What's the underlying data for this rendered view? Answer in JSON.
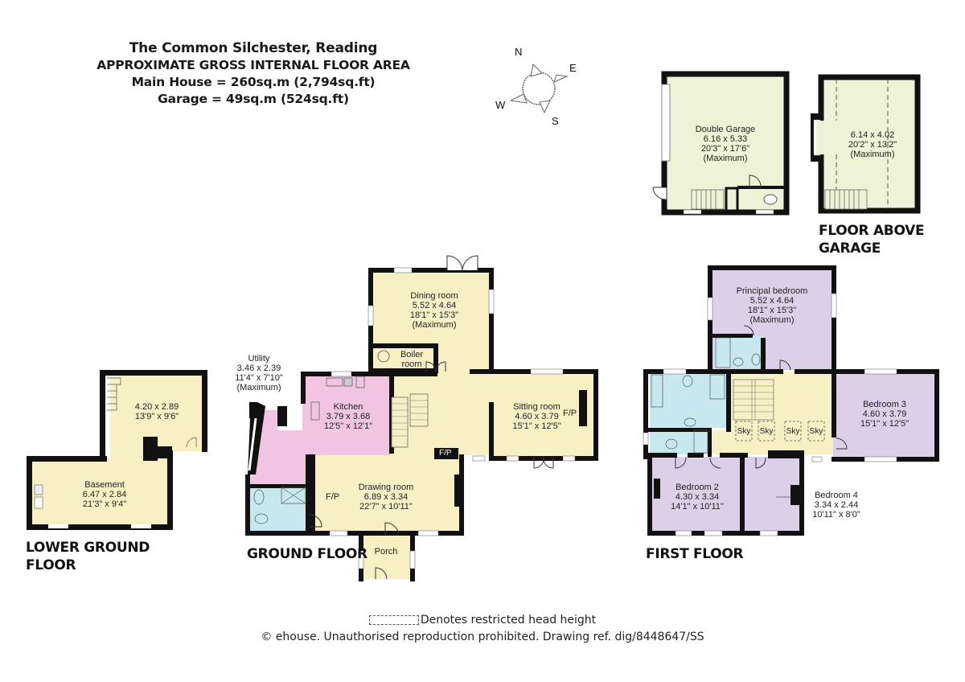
{
  "header": {
    "property": "The Common Silchester, Reading",
    "area_heading": "APPROXIMATE GROSS INTERNAL FLOOR AREA",
    "main_house": "Main House = 260sq.m (2,794sq.ft)",
    "garage": "Garage = 49sq.m (524sq.ft)"
  },
  "compass": {
    "n": "N",
    "e": "E",
    "s": "S",
    "w": "W"
  },
  "colors": {
    "yellow": "#f8f0c4",
    "garage_green": "#eef2d6",
    "pink": "#f2c4e4",
    "blue": "#c8e8f0",
    "lilac": "#dcd0e8",
    "wall": "#111111"
  },
  "floors": {
    "lower_ground": {
      "label_line1": "LOWER GROUND",
      "label_line2": "FLOOR",
      "rooms": [
        {
          "name": "",
          "metric": "4.20 x 2.89",
          "imperial": "13'9\" x 9'6\"",
          "note": ""
        },
        {
          "name": "Basement",
          "metric": "6.47 x 2.84",
          "imperial": "21'3\" x 9'4\"",
          "note": ""
        }
      ]
    },
    "ground": {
      "label": "GROUND FLOOR",
      "rooms": [
        {
          "name": "Dining room",
          "metric": "5.52 x 4.64",
          "imperial": "18'1\" x 15'3\"",
          "note": "(Maximum)"
        },
        {
          "name": "Boiler",
          "metric": "room",
          "imperial": "",
          "note": ""
        },
        {
          "name": "Utility",
          "metric": "3.46 x 2.39",
          "imperial": "11'4\" x 7'10\"",
          "note": "(Maximum)"
        },
        {
          "name": "Kitchen",
          "metric": "3.79 x 3.68",
          "imperial": "12'5\" x 12'1\"",
          "note": ""
        },
        {
          "name": "Sitting room",
          "metric": "4.60 x 3.79",
          "imperial": "15'1\" x 12'5\"",
          "note": ""
        },
        {
          "name": "Drawing room",
          "metric": "6.89 x 3.34",
          "imperial": "22'7\" x 10'11\"",
          "note": ""
        },
        {
          "name": "Porch",
          "metric": "",
          "imperial": "",
          "note": ""
        }
      ],
      "fp_labels": [
        "F/P",
        "F/P",
        "F/P"
      ]
    },
    "first": {
      "label": "FIRST FLOOR",
      "rooms": [
        {
          "name": "Principal bedroom",
          "metric": "5.52 x 4.64",
          "imperial": "18'1\" x 15'3\"",
          "note": "(Maximum)"
        },
        {
          "name": "Bedroom 3",
          "metric": "4.60 x 3.79",
          "imperial": "15'1\" x 12'5\"",
          "note": ""
        },
        {
          "name": "Bedroom 2",
          "metric": "4.30 x 3.34",
          "imperial": "14'1\" x 10'11\"",
          "note": ""
        },
        {
          "name": "Bedroom 4",
          "metric": "3.34 x 2.44",
          "imperial": "10'11\" x 8'0\"",
          "note": ""
        }
      ],
      "skylights": [
        "Sky",
        "Sky",
        "Sky",
        "Sky"
      ]
    },
    "garage": {
      "rooms": [
        {
          "name": "Double Garage",
          "metric": "6.16 x 5.33",
          "imperial": "20'3\" x 17'6\"",
          "note": "(Maximum)"
        }
      ]
    },
    "above_garage": {
      "label_line1": "FLOOR ABOVE",
      "label_line2": "GARAGE",
      "rooms": [
        {
          "name": "",
          "metric": "6.14 x 4.02",
          "imperial": "20'2\" x 13'2\"",
          "note": "(Maximum)"
        }
      ]
    }
  },
  "footer": {
    "legend": "Denotes restricted head height",
    "copyright": "© ehouse. Unauthorised reproduction prohibited. Drawing ref. dig/8448647/SS"
  }
}
